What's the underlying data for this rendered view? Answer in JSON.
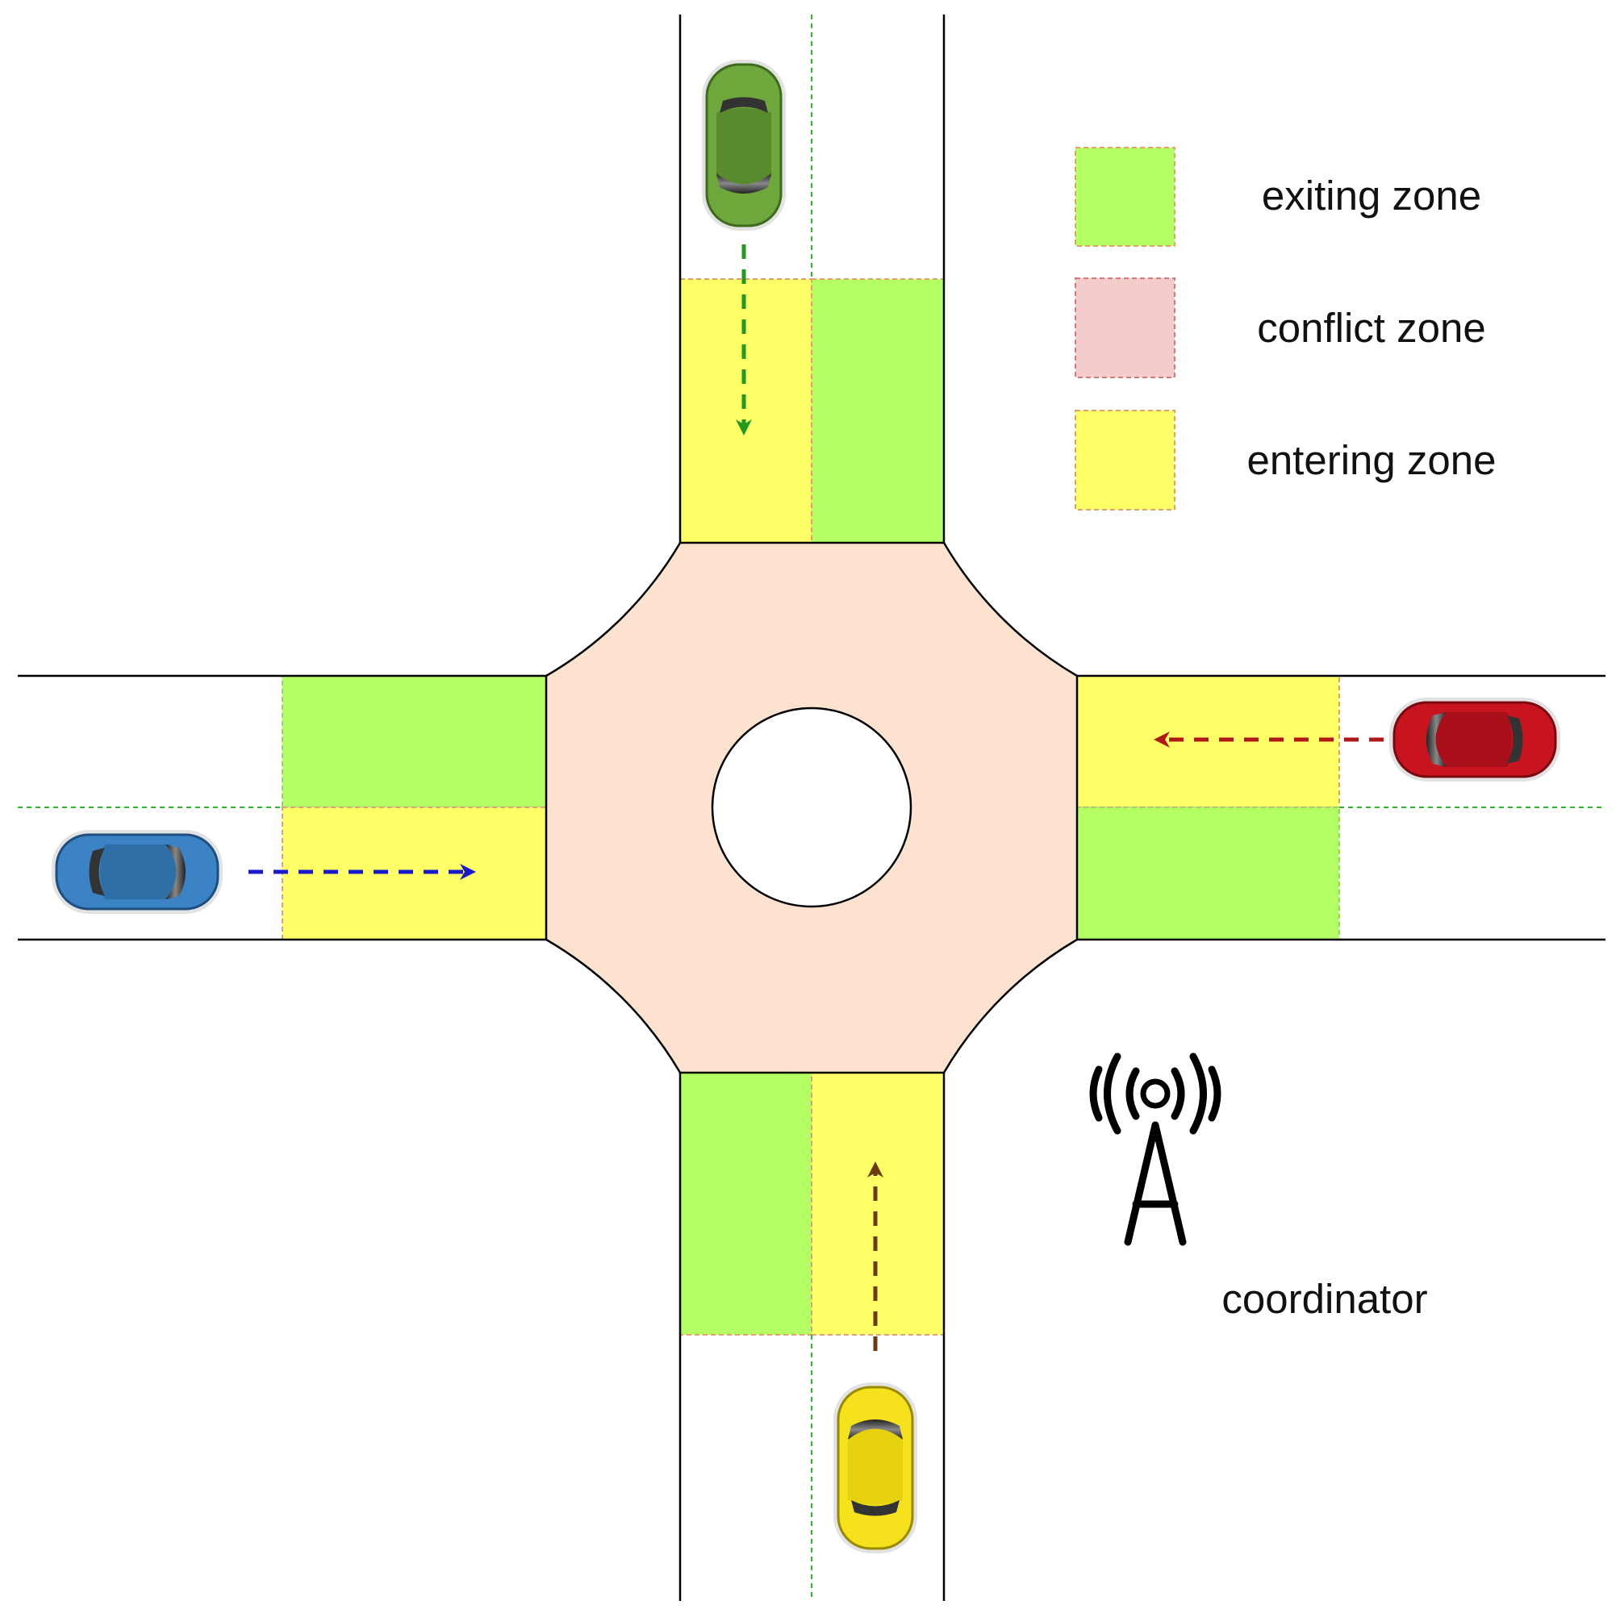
{
  "legend": {
    "exiting": {
      "label": "exiting zone",
      "color": "#b4ff64",
      "border": "#e0a070"
    },
    "conflict": {
      "label": "conflict zone",
      "color": "#f5cccc",
      "border": "#d47a7a"
    },
    "entering": {
      "label": "entering zone",
      "color": "#ffff66",
      "border": "#e0a070"
    }
  },
  "coordinator": {
    "label": "coordinator",
    "icon": "radio-tower-icon"
  },
  "colors": {
    "roundabout": "#fde3cf",
    "road_line": "#000000",
    "lane_divider": "#2fb52f",
    "arrow_green": "#229a22",
    "arrow_blue": "#1a1acc",
    "arrow_red": "#b01818",
    "arrow_brown": "#6b3a12"
  },
  "vehicles": [
    {
      "name": "green-car",
      "color": "#6ea83c",
      "direction": "southbound"
    },
    {
      "name": "red-car",
      "color": "#c8141e",
      "direction": "westbound"
    },
    {
      "name": "blue-car",
      "color": "#3b83c4",
      "direction": "eastbound"
    },
    {
      "name": "yellow-car",
      "color": "#f5e21c",
      "direction": "northbound"
    }
  ]
}
